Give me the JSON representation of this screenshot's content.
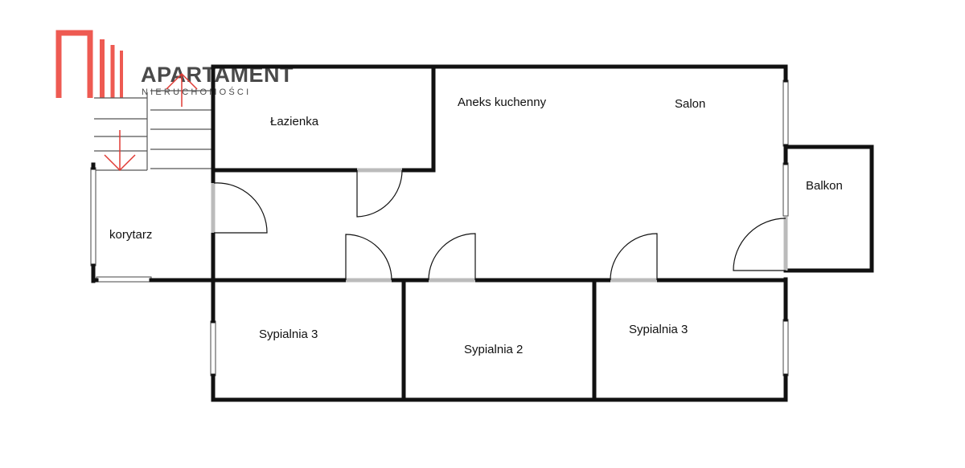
{
  "logo": {
    "name": "APARTAMENT",
    "subtitle": "NIERUCHOMOŚCI",
    "accent_color": "#ee5a52"
  },
  "plan": {
    "wall_color": "#111111",
    "window_color": "#bbbbbb",
    "stair_arrow_color": "#e03a34",
    "rooms": [
      {
        "id": "lazienka",
        "label": "Łazienka"
      },
      {
        "id": "aneks",
        "label": "Aneks kuchenny"
      },
      {
        "id": "salon",
        "label": "Salon"
      },
      {
        "id": "balkon",
        "label": "Balkon"
      },
      {
        "id": "korytarz",
        "label": "korytarz"
      },
      {
        "id": "sypialnia-left",
        "label": "Sypialnia 3"
      },
      {
        "id": "sypialnia-mid",
        "label": "Sypialnia 2"
      },
      {
        "id": "sypialnia-right",
        "label": "Sypialnia 3"
      }
    ]
  }
}
